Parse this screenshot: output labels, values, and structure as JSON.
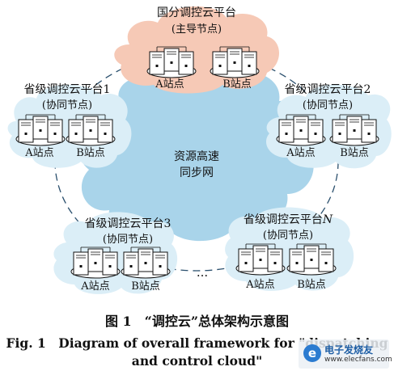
{
  "diagram": {
    "central_cloud": {
      "line1": "资源高速",
      "line2": "同步网"
    },
    "national": {
      "title": "国分调控云平台",
      "role": "(主导节点)"
    },
    "prov1": {
      "title": "省级调控云平台1",
      "role": "(协同节点)"
    },
    "prov2": {
      "title": "省级调控云平台2",
      "role": "(协同节点)"
    },
    "prov3": {
      "title": "省级调控云平台3",
      "role": "(协同节点)"
    },
    "provN": {
      "title": "省级调控云平台",
      "title_suffix": "N",
      "role": "(协同节点)"
    },
    "station_a": "A站点",
    "station_b": "B站点",
    "ellipsis": "...",
    "colors": {
      "main_cloud": "#a9d4ea",
      "node_cloud": "#dbeef7",
      "leader_cloud": "#f6c9b6",
      "ring": "#2a4f6d"
    }
  },
  "caption": {
    "cn": "图 1　“调控云”总体架构示意图",
    "en_line1": "Fig. 1　Diagram of overall framework for \"dispatching",
    "en_line2": "and control cloud\""
  },
  "watermark": {
    "logo": "e",
    "text": "电子发烧友",
    "url": "www.elecfans.com"
  }
}
